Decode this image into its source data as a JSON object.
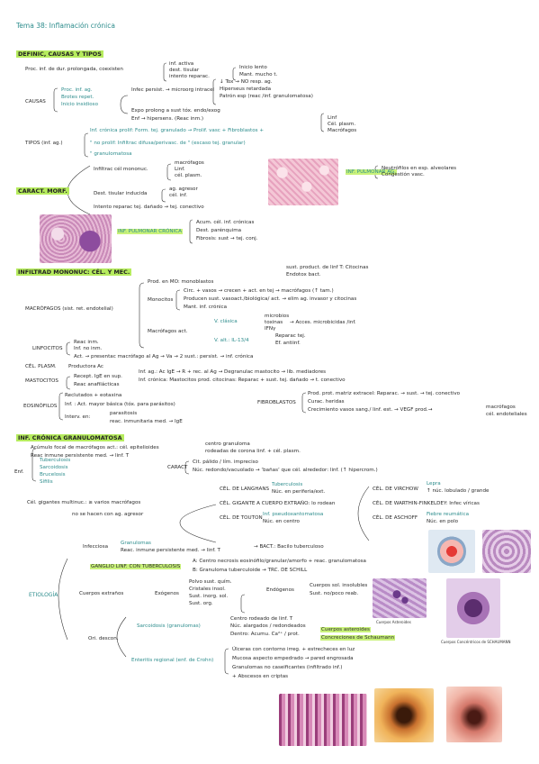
{
  "title": "Tema 38: Inflamación crónica",
  "s1": {
    "heading": "DEFINIC, CAUSAS Y TIPOS",
    "def_label": "Proc. inf. de dur. prolongada, coexisten",
    "def_items": [
      "inf. activa",
      "dest. tisular",
      "intento reparac."
    ],
    "def_right": [
      "Inicio lento",
      "Mant. mucho t."
    ],
    "causas_label": "CAUSAS",
    "causas_items": [
      "Proc. inf. ag.",
      "Brotes repet.",
      "Inicio insidioso"
    ],
    "causas_mid": [
      "Infec persist. → microorg intracel",
      "Expo prolong a sust tóx. endo/exog",
      "Enf → hipersens. (Reac inm.)"
    ],
    "causas_right": [
      "↓ Tox → NO resp. ag.",
      "Hiperseus retardada",
      "Patrón esp (reac /inf. granulomatosa)"
    ],
    "tipos_label": "TIPOS (inf. ag.)",
    "tipos_1": "Inf. crónica prolif: Form. tej. granulado → Prolif. vasc + Fibroblastos +",
    "tipos_1_right": [
      "Linf",
      "Cél. plasm.",
      "Macrófagos"
    ],
    "tipos_2": "\" no prolif: Infiltrac difusa/perivasc. de \" (escaso tej. granular)",
    "tipos_3": "\" granulomatosa",
    "caract_label": "CARACT. MORF.",
    "caract_1": "Infiltrac cél mononuc.",
    "caract_1_right": [
      "macrófagos",
      "Linf.",
      "cél. plasm."
    ],
    "caract_2": "Dest. tisular inducida",
    "caract_2_right": [
      "ag. agresor",
      "cél. inf."
    ],
    "caract_3": "Intento reparac tej. dañado → tej. conectivo",
    "pulm_ag_label": "INF. PULMONAR AG.",
    "pulm_ag_items": [
      "Neutrófilos en esp. alveolares",
      "Congestión vasc."
    ],
    "pulm_cr_label": "INF. PULMONAR CRÓNICA",
    "pulm_cr_items": [
      "Acum. cél. inf. crónicas",
      "Dest. parénquima",
      "Fibrosis: sust → tej. conj."
    ]
  },
  "s2": {
    "heading": "INFILTRAD MONONUC: CÉL. Y MEC.",
    "macro_label": "MACRÓFAGOS (sist. ret. endotelial)",
    "macro_1": "Prod. en MO: monoblastos",
    "macro_2": "Monocitos",
    "macro_2_right": [
      "Circ. + vasos → crecen + act. en tej → macrófagos (↑ tam.)",
      "Producen sust. vasoact./biológica/ act. → elim ag. invasor y citocinas",
      "Mant. inf. crónica"
    ],
    "macro_top": [
      "sust. product. de linf T: Citocinas",
      "Endotox bact."
    ],
    "macro_3": "Macrófagos act.",
    "v_clasica": "V. clásica",
    "v_clasica_items": [
      "microbios",
      "toxinas",
      "IFNγ"
    ],
    "v_clasica_right": "→ Acces. microbicidas /inf.",
    "v_alt": "V. alt.: IL-13/4",
    "v_alt_right": [
      "Reparac tej.",
      "Ef. antiinf."
    ],
    "linf_label": "LINFOCITOS",
    "linf_items": [
      "Reac inm.",
      "Inf. no inm."
    ],
    "linf_act": "Act. → presentac macrófago al Ag → Va → 2 sust.: persist. → inf. crónica",
    "plasm_label": "CÉL. PLASM.",
    "plasm_text": "Productora Ac",
    "mast_label": "MASTOCITOS",
    "mast_items": [
      "Recept. IgE en sup.",
      "Reac anafilácticas"
    ],
    "mast_right": [
      "Inf. ag.: Ac IgE → R + rec. al Ag → Degranulac mastocito → lib. mediadores",
      "Inf. crónica: Mastocitos prod. citocinas: Reparac + sust. tej. dañado → t. conectivo"
    ],
    "eos_label": "EOSINÓFILOS",
    "eos_items": [
      "Reclutados + eotaxina",
      "Inf. : Act. mayor básica (tóx. para parásitos)",
      "Interv. en:"
    ],
    "eos_right": [
      "parasitosis",
      "reac. inmunitaria med. → IgE"
    ],
    "fibro_label": "FIBROBLASTOS",
    "fibro_items": [
      "Prod. prot. matriz extracel: Reparac. → sust. → tej. conectivo",
      "Curac. heridas",
      "Crecimiento vasos sang./ linf. est. → VEGF prod.→"
    ],
    "fibro_right": [
      "macrófagos",
      "cél. endoteliales"
    ]
  },
  "s3": {
    "heading": "INF. CRÓNICA GRANULOMATOSA",
    "acum": "Acúmulo focal de macrófagos act.: cél. epitelioides",
    "acum_right": [
      "centro granuloma",
      "rodeadas de corona linf. + cél. plasm."
    ],
    "acum_2": "Reac inmune persistente med. → linf. T",
    "caract": "CARACT",
    "caract_items": [
      "Cit. pálido / lím. impreciso",
      "Núc. redondo/vacuolado → ‘bañas’ que cél. alrededor: linf. (↑ hipercrom.)"
    ],
    "enf_label": "Enf.",
    "enf_items": [
      "Tuberculosis",
      "Sarcoidosis",
      "Brucelosis",
      "Sífilis"
    ],
    "gigantes": "Cél. gigantes multinuc.: ≥ varios macrófagos",
    "gigantes_2": "no se hacen con ag. agresor",
    "langhans": "CÉL. DE LANGHANS",
    "langhans_right": [
      "Tuberculosis",
      "Núc. en periferia/ext."
    ],
    "cuerpo": "CÉL. GIGANTE A CUERPO EXTRAÑO: lo rodean",
    "touton": "CÉL. DE TOUTON",
    "touton_right": [
      "Inf. pseudoxantomatosa",
      "Núc. en centro"
    ],
    "virchow": "CÉL. DE VIRCHOW",
    "virchow_right": [
      "Lepra",
      "↑ núc. lobulado / grande"
    ],
    "warthin": "CÉL. DE WARTHIN-FINKELDEY: Infec víricas",
    "aschoff": "CÉL. DE ASCHOFF",
    "aschoff_right": [
      "Fiebre reumática",
      "Núc. en polo"
    ]
  },
  "s4": {
    "etiologia": "ETIOLOGÍA",
    "infecciosa": "Infecciosa",
    "infecciosa_right": [
      "Granulomas",
      "Reac. inmune persistente med. → linf. T"
    ],
    "bact": "→ BACT.: Bacilo tuberculoso",
    "ganglio": "GANGLIO LINF. CON TUBERCULOSIS",
    "ganglio_items": [
      "A: Centro necrosis eosinófilo/granular/amorfo + reac. granulomatosa",
      "B: Granuloma tuberculoide → TRC. DE SCHILL"
    ],
    "extr": "Cuerpos extraños",
    "exogenos": "Exógenos",
    "exogenos_items": [
      "Polvo sust. quím.",
      "Cristales insol.",
      "Sust. inorg. sol.",
      "Sust. org."
    ],
    "endogenos": "Endógenos",
    "endogenos_items": [
      "Cuerpos sol. insolubles",
      "Sust. no/poco reab."
    ],
    "desc": "Ori. descon.",
    "sarco": "Sarcoidosis (granulomas)",
    "sarco_items": [
      "Centro rodeado de linf. T",
      "Núc. alargados / redondeados",
      "Dentro: Acumu. Ca²⁺ / prot."
    ],
    "sarco_right": [
      "Cuerpos asteroides",
      "Concreciones de Schaumann"
    ],
    "crohn": "Enteritis regional (enf. de Crohn)",
    "crohn_items": [
      "Úlceras con contorno irreg. + estrecheces en luz",
      "Mucosa aspecto empedrado → pared engrosada",
      "Granulomas no caseificantes (infiltrado inf.)",
      "+ Abscesos en criptas"
    ],
    "cap_asteroides": "Cuerpos Asteroides",
    "cap_schaumann": "Cuerpos Concéntricos de SCHAUMANN"
  },
  "colors": {
    "highlight": "#b6ec5e",
    "teal": "#2c8c8c",
    "green": "#3a9a3a"
  }
}
